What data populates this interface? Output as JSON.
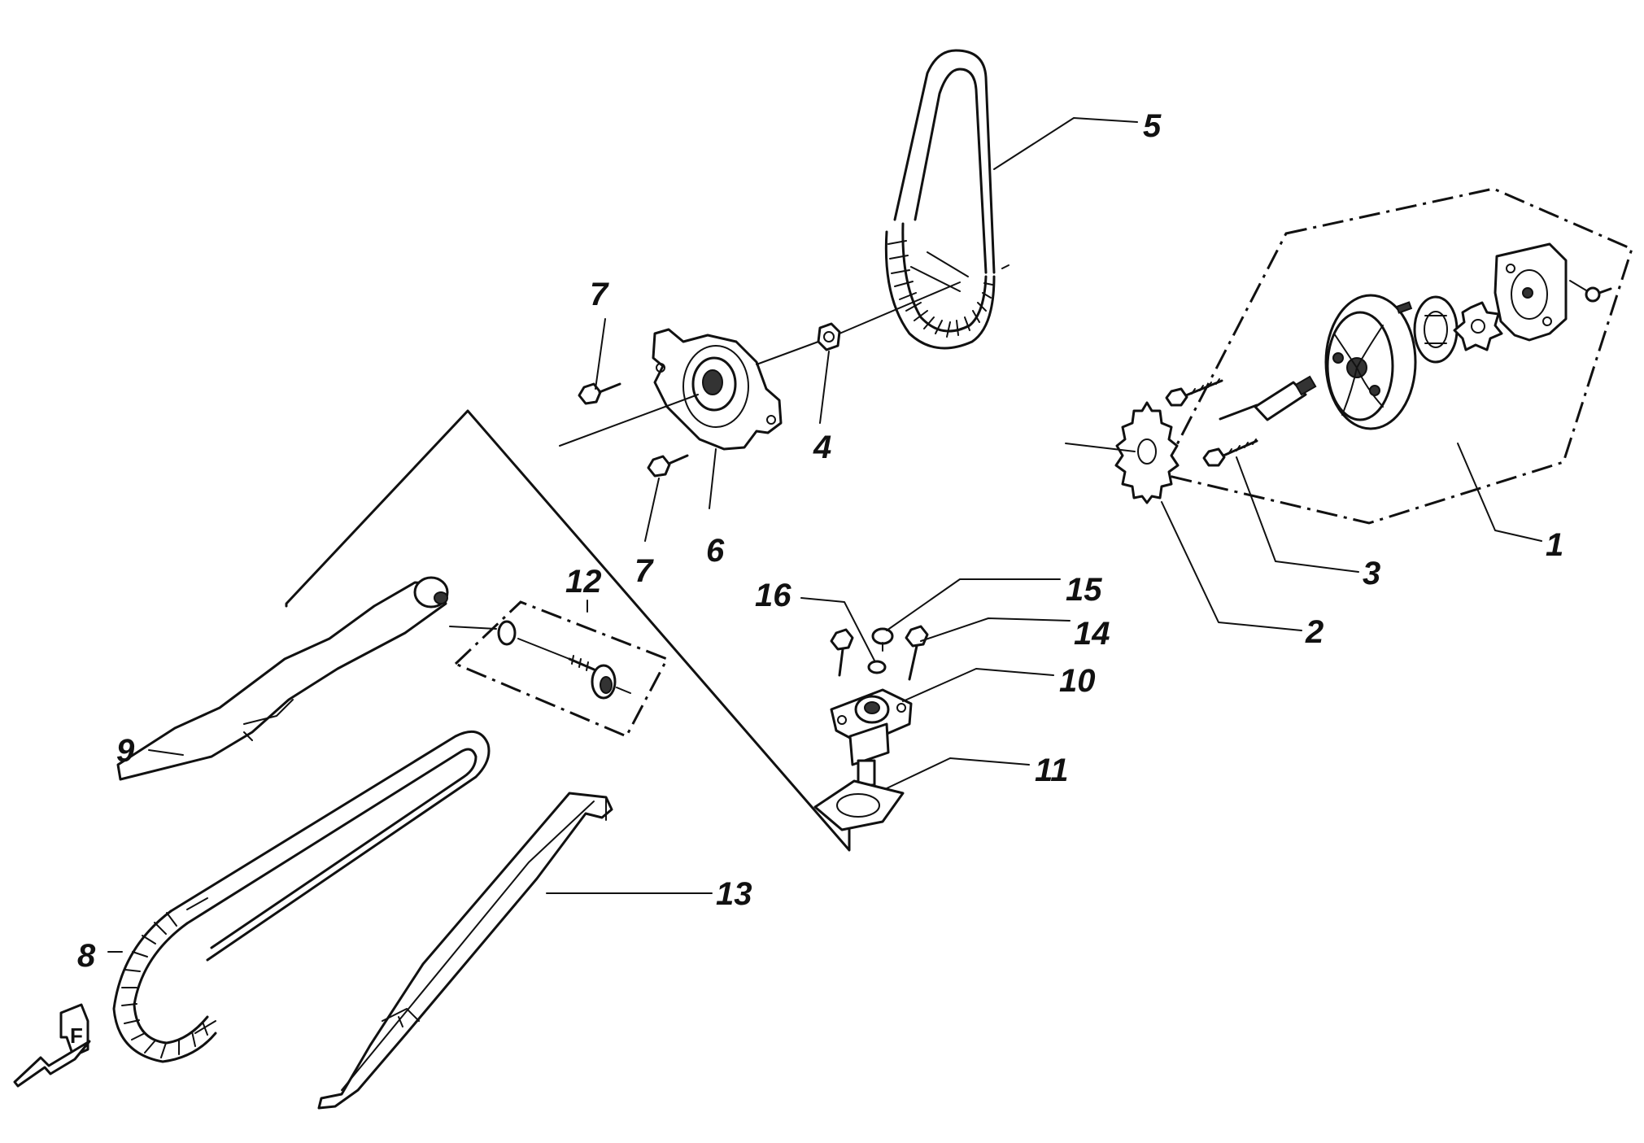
{
  "callouts": [
    {
      "label": "1"
    },
    {
      "label": "2"
    },
    {
      "label": "3"
    },
    {
      "label": "4"
    },
    {
      "label": "5"
    },
    {
      "label": "6"
    },
    {
      "label": "7"
    },
    {
      "label": "7"
    },
    {
      "label": "8"
    },
    {
      "label": "9"
    },
    {
      "label": "10"
    },
    {
      "label": "11"
    },
    {
      "label": "12"
    },
    {
      "label": "13"
    },
    {
      "label": "14"
    },
    {
      "label": "15"
    },
    {
      "label": "16"
    }
  ],
  "front_marker": "F"
}
